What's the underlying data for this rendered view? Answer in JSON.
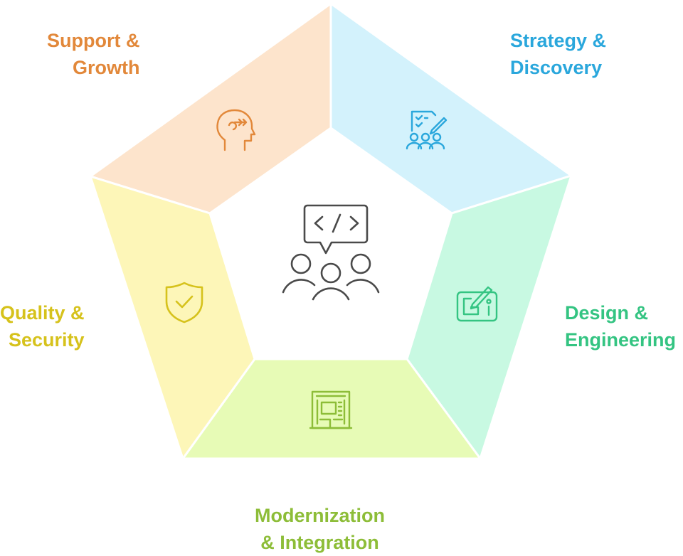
{
  "segments": [
    {
      "key": "support",
      "line1": "Support &",
      "line2": "Growth",
      "icon": "head-mind-icon",
      "fill": "#fde4cc",
      "text_color": "#e2883a"
    },
    {
      "key": "strategy",
      "line1": "Strategy &",
      "line2": "Discovery",
      "icon": "team-plan-icon",
      "fill": "#d3f2fc",
      "text_color": "#2aa7dc"
    },
    {
      "key": "design",
      "line1": "Design &",
      "line2": "Engineering",
      "icon": "design-tablet-icon",
      "fill": "#c8f9e2",
      "text_color": "#34c482"
    },
    {
      "key": "modernization",
      "line1": "Modernization",
      "line2": "& Integration",
      "icon": "building-panel-icon",
      "fill": "#e7fbb6",
      "text_color": "#8dbd38"
    },
    {
      "key": "quality",
      "line1": "Quality &",
      "line2": "Security",
      "icon": "shield-check-icon",
      "fill": "#fdf6b8",
      "text_color": "#d6c21c"
    }
  ],
  "center_icon": "team-code-icon",
  "center_color": "#4a4a4a"
}
